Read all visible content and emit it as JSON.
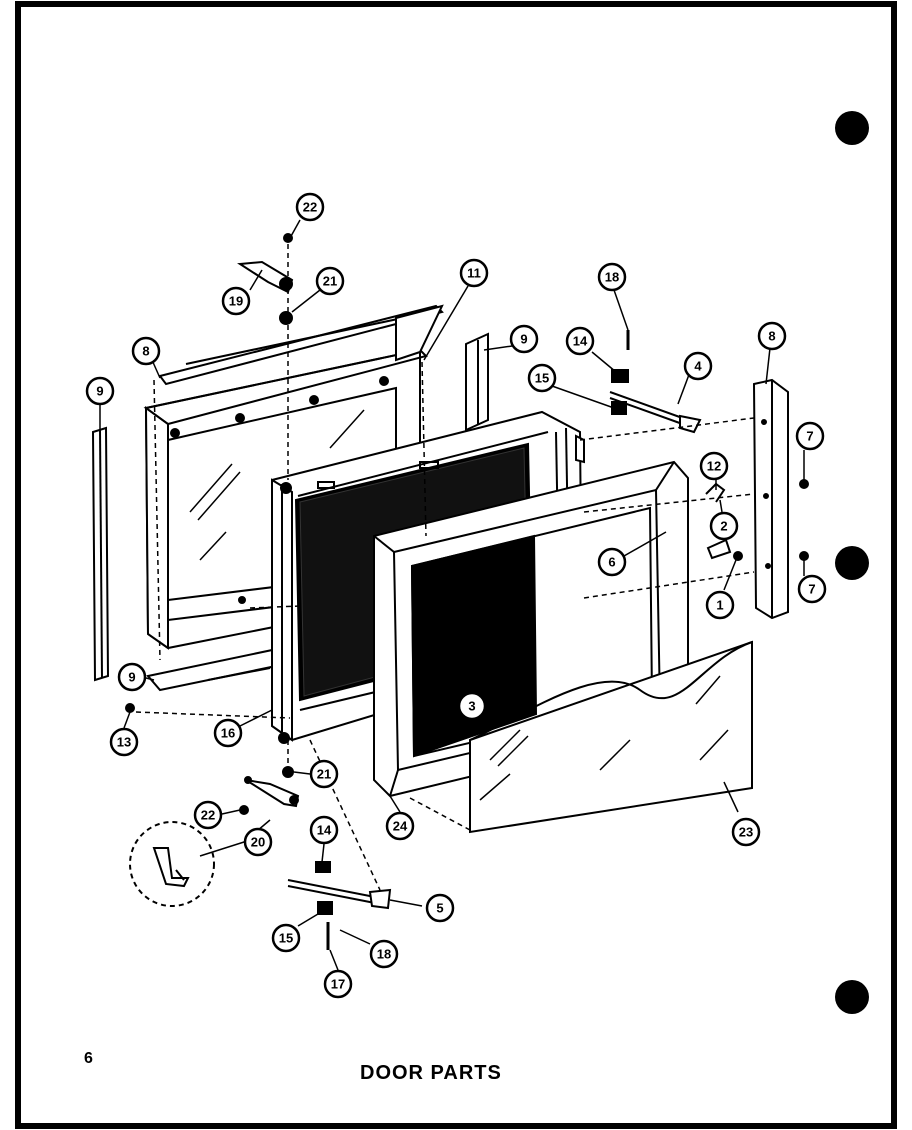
{
  "page": {
    "number": "6",
    "title": "DOOR PARTS"
  },
  "callouts": [
    {
      "id": "c22a",
      "label": "22"
    },
    {
      "id": "c19",
      "label": "19"
    },
    {
      "id": "c21a",
      "label": "21"
    },
    {
      "id": "c11",
      "label": "11"
    },
    {
      "id": "c18a",
      "label": "18"
    },
    {
      "id": "c8a",
      "label": "8"
    },
    {
      "id": "c9a",
      "label": "9"
    },
    {
      "id": "c14a",
      "label": "14"
    },
    {
      "id": "c4",
      "label": "4"
    },
    {
      "id": "c8b",
      "label": "8"
    },
    {
      "id": "c9b",
      "label": "9"
    },
    {
      "id": "c15a",
      "label": "15"
    },
    {
      "id": "c7a",
      "label": "7"
    },
    {
      "id": "c12",
      "label": "12"
    },
    {
      "id": "c2",
      "label": "2"
    },
    {
      "id": "c6",
      "label": "6"
    },
    {
      "id": "c7b",
      "label": "7"
    },
    {
      "id": "c1",
      "label": "1"
    },
    {
      "id": "c9c",
      "label": "9"
    },
    {
      "id": "c3",
      "label": "3"
    },
    {
      "id": "c13",
      "label": "13"
    },
    {
      "id": "c16",
      "label": "16"
    },
    {
      "id": "c21b",
      "label": "21"
    },
    {
      "id": "c22b",
      "label": "22"
    },
    {
      "id": "c20",
      "label": "20"
    },
    {
      "id": "c24",
      "label": "24"
    },
    {
      "id": "c23",
      "label": "23"
    },
    {
      "id": "c14b",
      "label": "14"
    },
    {
      "id": "c5",
      "label": "5"
    },
    {
      "id": "c15b",
      "label": "15"
    },
    {
      "id": "c18b",
      "label": "18"
    },
    {
      "id": "c17",
      "label": "17"
    }
  ]
}
